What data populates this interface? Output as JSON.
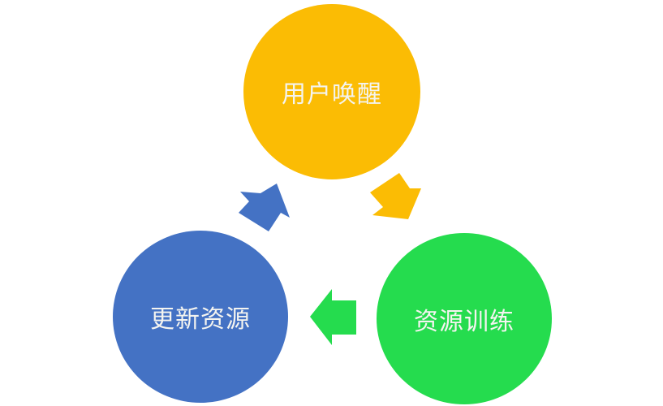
{
  "diagram": {
    "type": "cycle",
    "nodes": [
      {
        "id": "top",
        "label": "用户唤醒",
        "color": "#FBBC04"
      },
      {
        "id": "right",
        "label": "资源训练",
        "color": "#25DC4E"
      },
      {
        "id": "left",
        "label": "更新资源",
        "color": "#4472C4"
      }
    ],
    "edges": [
      {
        "from": "用户唤醒",
        "to": "资源训练",
        "color": "#FBBC04",
        "direction": "down-right"
      },
      {
        "from": "资源训练",
        "to": "更新资源",
        "color": "#25DC4E",
        "direction": "left"
      },
      {
        "from": "更新资源",
        "to": "用户唤醒",
        "color": "#4472C4",
        "direction": "up-right"
      }
    ]
  }
}
